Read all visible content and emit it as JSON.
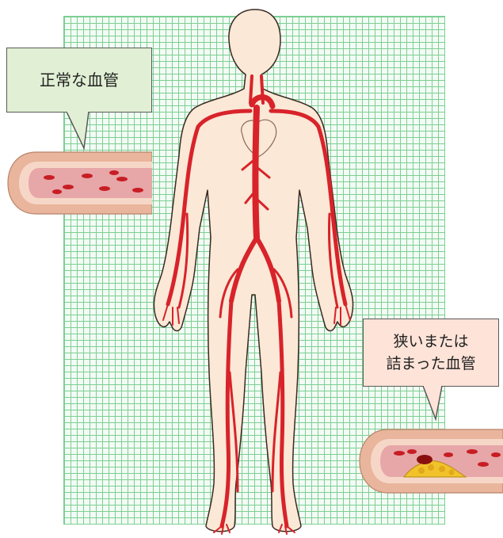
{
  "callouts": {
    "normal": {
      "label": "正常な血管"
    },
    "narrowed": {
      "line1": "狭いまたは",
      "line2": "詰まった血管"
    }
  },
  "colors": {
    "grid_line": "#7ccf93",
    "skin": "#fbe8d6",
    "artery": "#d8232a",
    "plaque": "#f2c22b",
    "callout_normal_bg": "#e1f0d4",
    "callout_narrow_bg": "#fde3d8"
  },
  "icons": [
    "human-body-figure",
    "heart-outline",
    "normal-vessel-cross-section",
    "narrowed-vessel-cross-section",
    "plaque-deposit"
  ]
}
